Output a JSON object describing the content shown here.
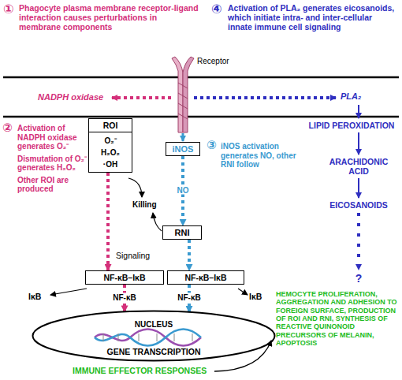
{
  "diagram": {
    "nodes": [
      {
        "text": [
          "ROI",
          "O₂⁻",
          "H₂O₂",
          "·OH"
        ]
      },
      {
        "text": [
          "iNOS"
        ]
      },
      {
        "text": [
          "RNI"
        ]
      },
      {
        "text": [
          "NF-κB–IκB"
        ]
      },
      {
        "text": [
          "NF-κB–IκB"
        ]
      },
      {
        "text": [
          "NUCLEUS",
          "GENE TRANSCRIPTION"
        ]
      }
    ],
    "edges": [
      {
        "from": 0,
        "to": 3,
        "arrow": "to"
      },
      {
        "from": 1,
        "to": 2,
        "label": "NO",
        "arrow": "to"
      },
      {
        "from": 2,
        "to": 4,
        "arrow": "to"
      },
      {
        "from": 3,
        "to": 5,
        "label": "NF-κB",
        "arrow": "to"
      },
      {
        "from": 4,
        "to": 5,
        "label": "NF-κB",
        "arrow": "to"
      }
    ],
    "labels": [
      "①",
      "Phagocyte plasma membrane receptor-ligand interaction causes perturbations in membrane components",
      "④",
      "Activation of PLA₂ generates eicosanoids, which initiate intra- and inter-cellular innate immune cell signaling",
      "Receptor",
      "NADPH oxidase",
      "PLA₂",
      "②",
      "Activation of NADPH oxidase generates O₂⁻",
      "Dismutation of O₂⁻ generates H₂O₂",
      "Other ROI are produced",
      "③",
      "iNOS activation generates NO, other RNI follow",
      "LIPID PEROXIDATION",
      "ARACHIDONIC ACID",
      "EICOSANOIDS",
      "?",
      "Killing",
      "Signaling",
      "IκB",
      "IκB",
      "IMMUNE EFFECTOR RESPONSES",
      "HEMOCYTE PROLIFERATION, AGGREGATION AND ADHESION TO FOREIGN SURFACE, PRODUCTION OF ROI AND RNI, SYNTHESIS OF REACTIVE QUINONOID PRECURSORS OF MELANIN, APOPTOSIS"
    ]
  }
}
